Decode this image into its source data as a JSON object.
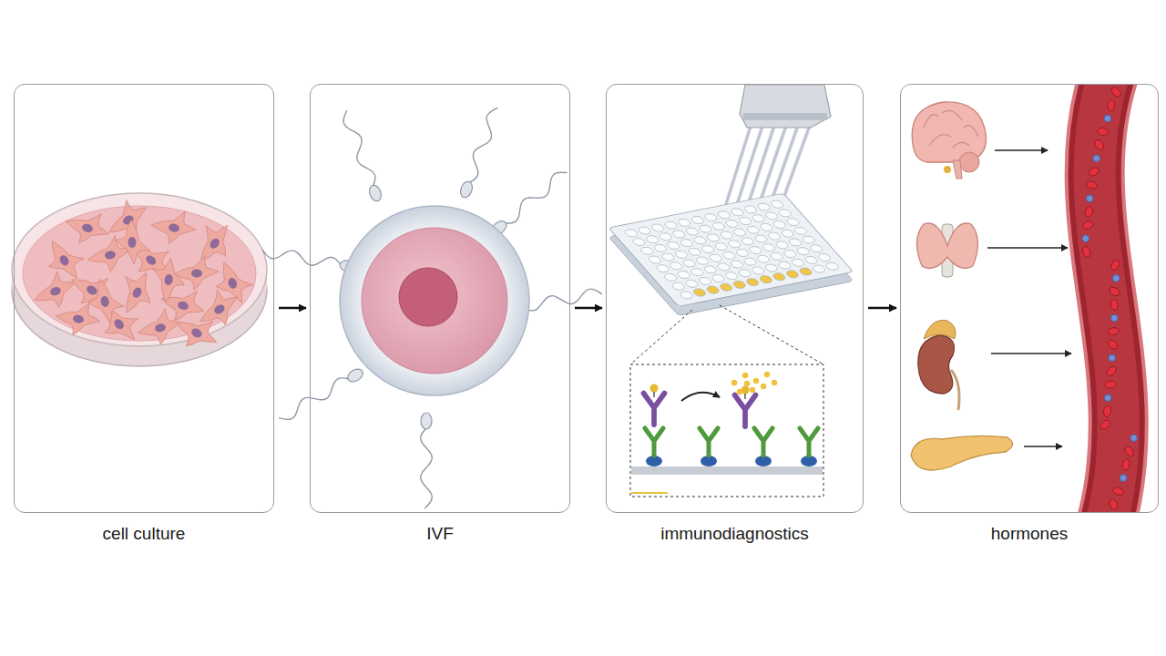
{
  "diagram": {
    "nodes": [
      {
        "text": [
          "cell culture"
        ]
      },
      {
        "text": [
          "IVF"
        ]
      },
      {
        "text": [
          "immunodiagnostics"
        ]
      },
      {
        "text": [
          "hormones"
        ]
      }
    ],
    "edges": [
      {
        "from": 0,
        "to": 1,
        "arrow": "to"
      },
      {
        "from": 1,
        "to": 2,
        "arrow": "to"
      },
      {
        "from": 2,
        "to": 3,
        "arrow": "to"
      }
    ]
  }
}
